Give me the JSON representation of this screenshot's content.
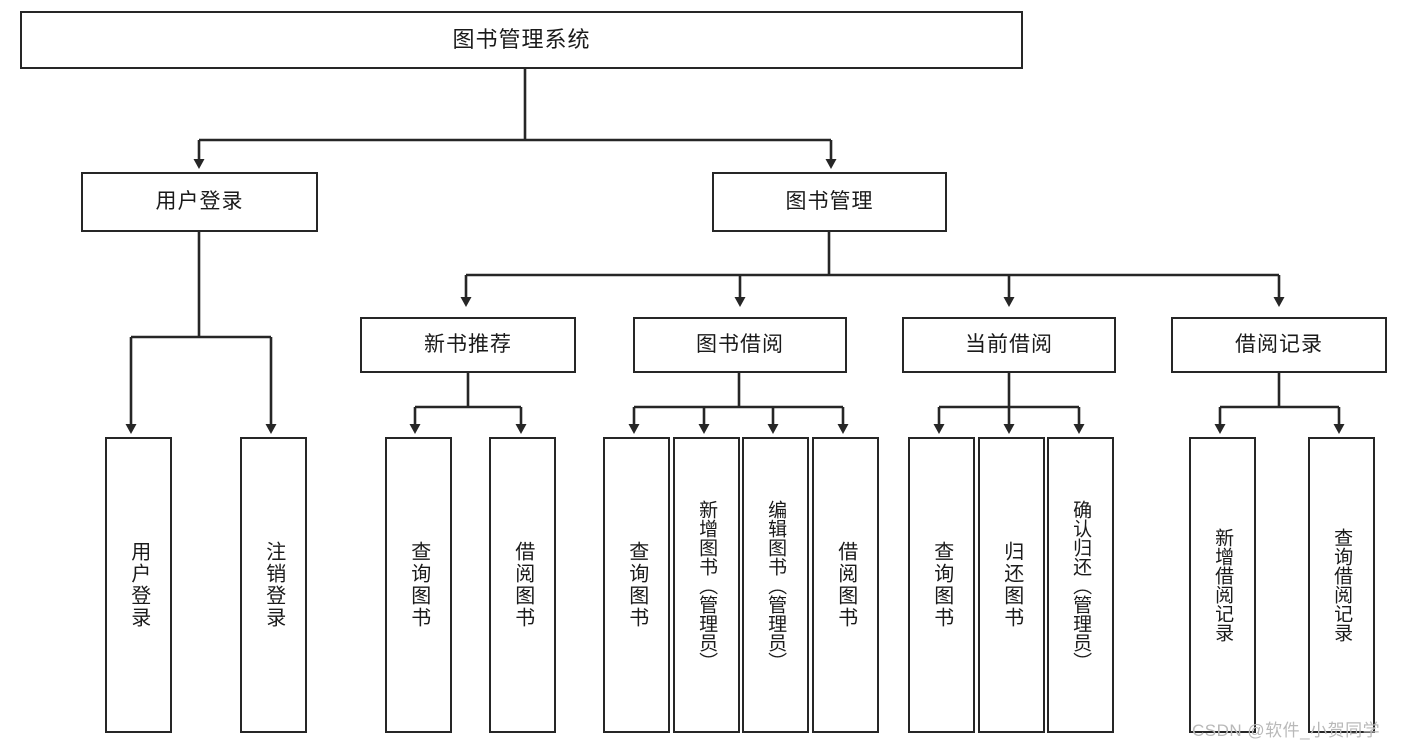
{
  "diagram": {
    "title": "图书管理系统",
    "root": {
      "label": "图书管理系统"
    },
    "level1": [
      {
        "label": "用户登录"
      },
      {
        "label": "图书管理"
      }
    ],
    "level2": [
      {
        "label": "新书推荐"
      },
      {
        "label": "图书借阅"
      },
      {
        "label": "当前借阅"
      },
      {
        "label": "借阅记录"
      }
    ],
    "leaves": {
      "user_login": [
        {
          "label": "用户登录"
        },
        {
          "label": "注销登录"
        }
      ],
      "new_book": [
        {
          "label": "查询图书"
        },
        {
          "label": "借阅图书"
        }
      ],
      "borrow_book": [
        {
          "label": "查询图书"
        },
        {
          "label": "新增图书（管理员）"
        },
        {
          "label": "编辑图书（管理员）"
        },
        {
          "label": "借阅图书"
        }
      ],
      "current_borrow": [
        {
          "label": "查询图书"
        },
        {
          "label": "归还图书"
        },
        {
          "label": "确认归还（管理员）"
        }
      ],
      "borrow_record": [
        {
          "label": "新增借阅记录"
        },
        {
          "label": "查询借阅记录"
        }
      ]
    }
  },
  "watermark": {
    "text": "CSDN @软件_小贺同学"
  },
  "colors": {
    "border": "#262626",
    "background": "#ffffff",
    "text": "#1a1a1a",
    "watermark": "#b9b9b9"
  }
}
